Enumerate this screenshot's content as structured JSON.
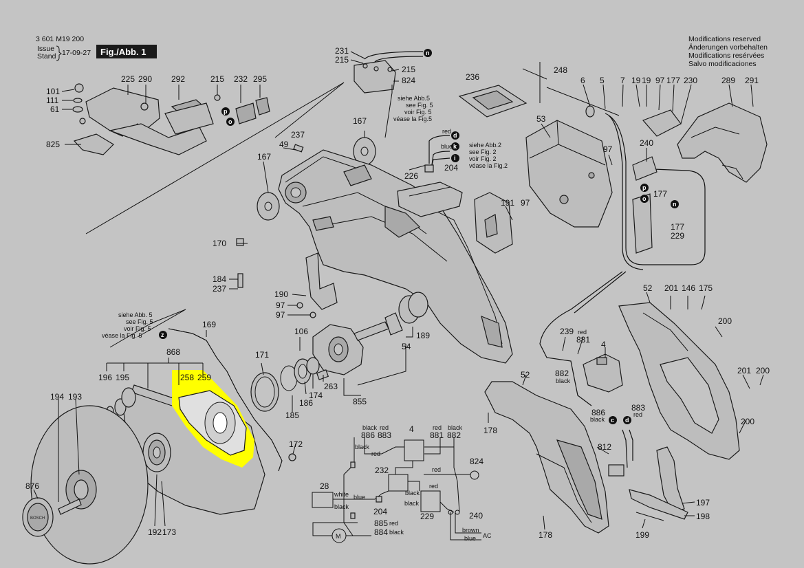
{
  "header": {
    "doc_number": "3 601 M19 200",
    "issue_label": "Issue",
    "stand_label": "Stand",
    "date": "17-09-27",
    "figure_label": "Fig./Abb. 1"
  },
  "notice": [
    "Modifications reserved",
    "Änderungen vorbehalten",
    "Modifications resérvées",
    "Salvo modificaciones"
  ],
  "references": {
    "fig5": [
      "siehe Abb.5",
      "see Fig. 5",
      "voir Fig. 5",
      "véase la Fig.5"
    ],
    "fig2": [
      "siehe Abb.2",
      "see Fig. 2",
      "voir Fig. 2",
      "véase la Fig.2"
    ],
    "fig5b": [
      "siehe Abb. 5",
      "see Fig. 5",
      "voir Fig. 5",
      "véase la Fig. 5"
    ]
  },
  "callouts": {
    "n": "n",
    "p": "p",
    "o": "o",
    "d": "d",
    "k": "k",
    "i": "i",
    "z": "z",
    "c": "c"
  },
  "parts": {
    "p101": "101",
    "p111": "111",
    "p61": "61",
    "p825": "825",
    "p225": "225",
    "p290": "290",
    "p292": "292",
    "p215a": "215",
    "p232": "232",
    "p295": "295",
    "p231": "231",
    "p215b": "215",
    "p215c": "215",
    "p824a": "824",
    "p236": "236",
    "p248": "248",
    "p6": "6",
    "p5": "5",
    "p7": "7",
    "p19a": "19",
    "p19b": "19",
    "p97a": "97",
    "p177a": "177",
    "p230": "230",
    "p289": "289",
    "p291": "291",
    "p167a": "167",
    "p167b": "167",
    "p237a": "237",
    "p49": "49",
    "p226": "226",
    "p204a": "204",
    "p53": "53",
    "p97b": "97",
    "p240a": "240",
    "p177b": "177",
    "p177c": "177",
    "p229a": "229",
    "p191": "191",
    "p97c": "97",
    "p170": "170",
    "p184": "184",
    "p237b": "237",
    "p190": "190",
    "p97d": "97",
    "p97e": "97",
    "p52a": "52",
    "p201a": "201",
    "p146": "146",
    "p175": "175",
    "p200a": "200",
    "p169": "169",
    "p106": "106",
    "p189": "189",
    "p54": "54",
    "p239": "239",
    "p881a": "881",
    "p4a": "4",
    "p882a": "882",
    "p886a": "886",
    "p883a": "883",
    "p868": "868",
    "p196": "196",
    "p195": "195",
    "p258": "258",
    "p259": "259",
    "p171": "171",
    "p186": "186",
    "p174": "174",
    "p263": "263",
    "p185": "185",
    "p855": "855",
    "p194": "194",
    "p193": "193",
    "p172": "172",
    "p178a": "178",
    "p52b": "52",
    "p201b": "201",
    "p200b": "200",
    "p200c": "200",
    "p812": "812",
    "p876": "876",
    "p192": "192",
    "p173": "173",
    "p178b": "178",
    "p197": "197",
    "p198": "198",
    "p199": "199"
  },
  "wiring": {
    "top_labels": [
      "black",
      "red",
      "red",
      "black"
    ],
    "parts": [
      "886",
      "883",
      "4",
      "881",
      "882"
    ],
    "p824": "824",
    "p232": "232",
    "p28": "28",
    "p204": "204",
    "p229": "229",
    "p240": "240",
    "p885": "885",
    "p884": "884",
    "motor": "M",
    "wire_black": "black",
    "wire_red": "red",
    "wire_white": "white",
    "wire_blue": "blue",
    "wire_brown": "brown",
    "ac": "AC",
    "red_881": "red",
    "black_882": "black",
    "red_883": "red",
    "black_886": "black",
    "f2_red": "red",
    "f2_blue": "blue"
  },
  "highlight_color": "#ffff00"
}
